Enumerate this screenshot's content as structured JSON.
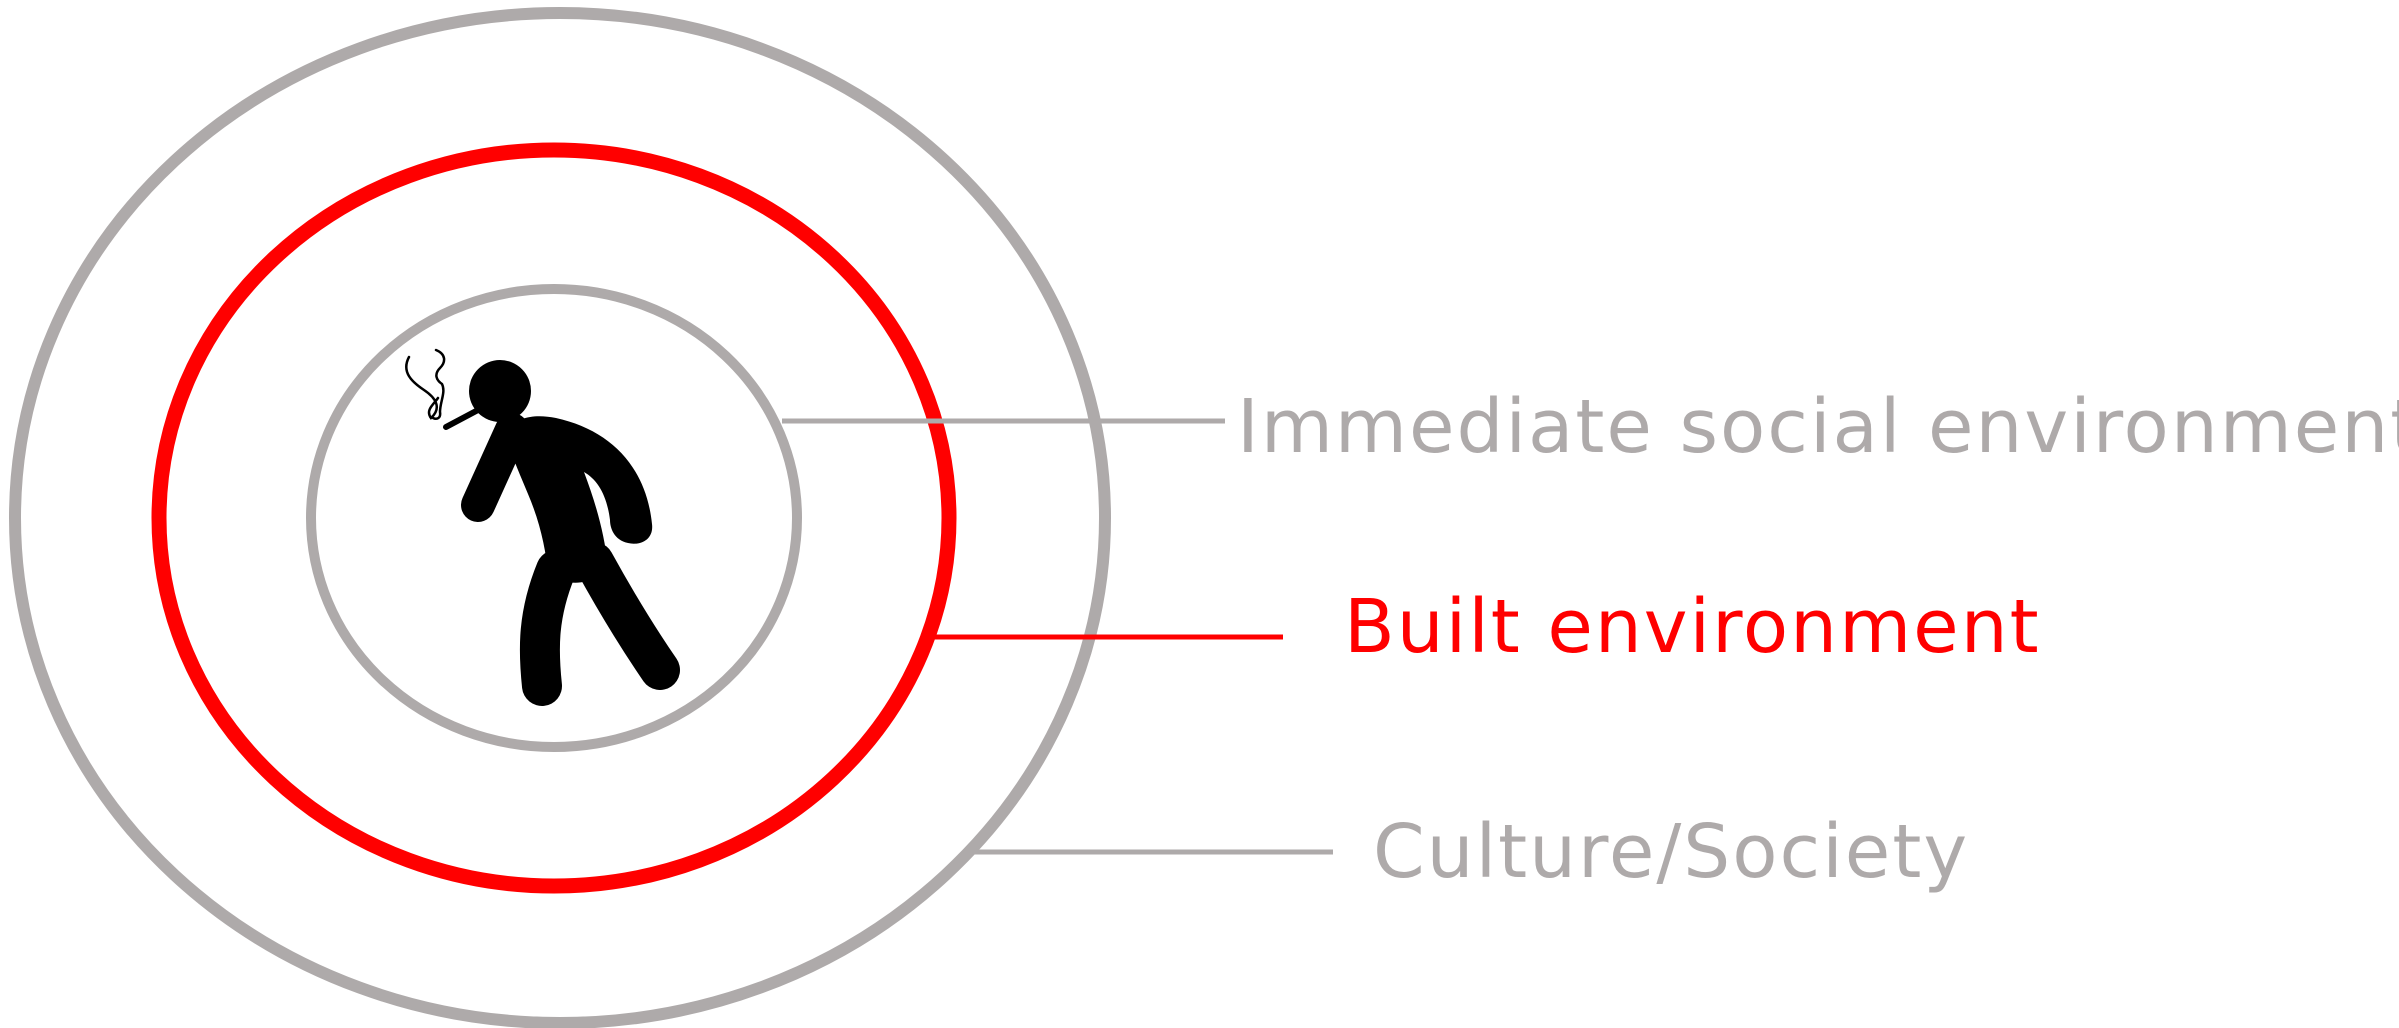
{
  "diagram": {
    "colors": {
      "outer_ring": "#aeaaaa",
      "built_ring": "#ff0000",
      "inner_ring": "#aeaaaa",
      "figure": "#000000",
      "smoke": "#000000"
    },
    "layers": [
      {
        "id": "immediate-social",
        "label": "Immediate social environment",
        "color": "#aeaaaa"
      },
      {
        "id": "built",
        "label": "Built environment",
        "color": "#ff0000"
      },
      {
        "id": "culture",
        "label": "Culture/Society",
        "color": "#aeaaaa"
      }
    ],
    "center_icon": "smoking-person-icon"
  }
}
